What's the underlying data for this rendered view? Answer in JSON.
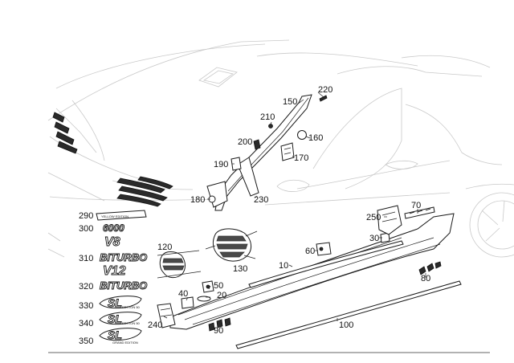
{
  "callouts": {
    "c10": "10",
    "c20": "20",
    "c30": "30",
    "c40": "40",
    "c50": "50",
    "c60": "60",
    "c70": "70",
    "c80": "80",
    "c90": "90",
    "c100": "100",
    "c120": "120",
    "c130": "130",
    "c150": "150",
    "c160": "160",
    "c170": "170",
    "c180": "180",
    "c190": "190",
    "c200": "200",
    "c210": "210",
    "c220": "220",
    "c230": "230",
    "c240": "240",
    "c250": "250",
    "c290": "290",
    "c300": "300",
    "c310": "310",
    "c320": "320",
    "c330": "330",
    "c340": "340",
    "c350": "350"
  },
  "badges": {
    "b290": "YELLOW EDITION",
    "b300": "6000",
    "b310a": "V8",
    "b310b": "BITURBO",
    "b320a": "V12",
    "b320b": "BITURBO",
    "b330": "SL",
    "b330s": "EDITION 50",
    "b340": "SL",
    "b340s": "EDITION 50",
    "b350": "SL",
    "b350s": "GRAND EDITION"
  },
  "colors": {
    "line": "#1a1a1a",
    "ghost": "#c9c9c9",
    "background": "#ffffff"
  }
}
